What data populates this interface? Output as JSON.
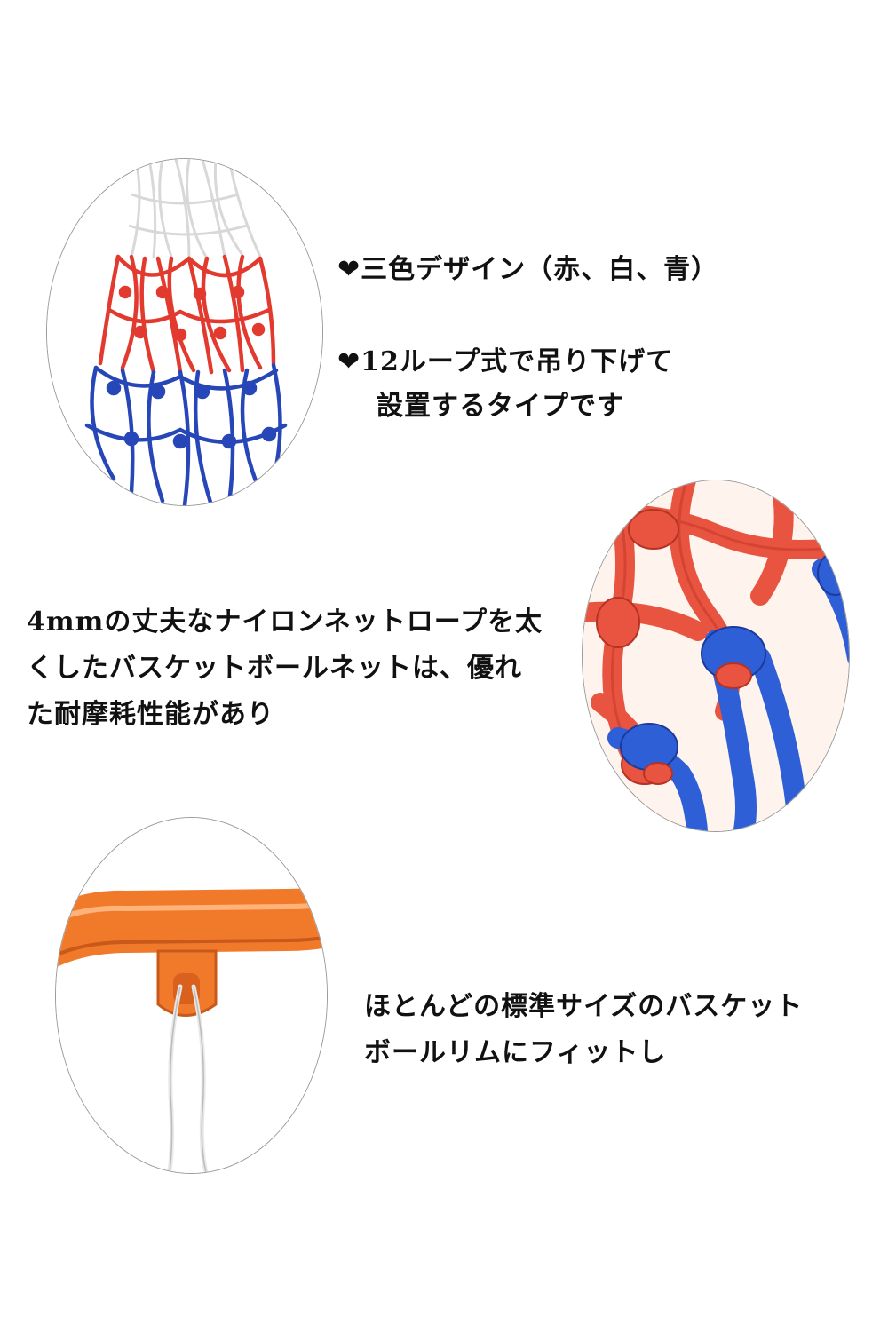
{
  "features": {
    "bullet_symbol": "❤",
    "colors": {
      "line1": "三色デザイン（赤、白、青）",
      "line1_bullet": "❤"
    },
    "loops": {
      "bullet": "❤",
      "line1": "12ループ式で吊り下げて",
      "line2": "設置するタイプです"
    },
    "durability": {
      "line1": "4mmの丈夫なナイロンネットロープを太",
      "line2": "くしたバスケットボールネットは、優れ",
      "line3": "た耐摩耗性能があり"
    },
    "fit": {
      "line1": "ほとんどの標準サイズのバスケット",
      "line2": "ボールリムにフィットし"
    }
  },
  "images": {
    "net_overview": "tricolor-net-image",
    "knot_closeup": "rope-knot-closeup-image",
    "rim_hook": "rim-hook-image"
  },
  "palette": {
    "red": "#e23a2e",
    "blue": "#2747b8",
    "white_rope": "#f2f2f2",
    "rim_orange": "#f07a2a",
    "oval_border": "#9a9a9a"
  }
}
